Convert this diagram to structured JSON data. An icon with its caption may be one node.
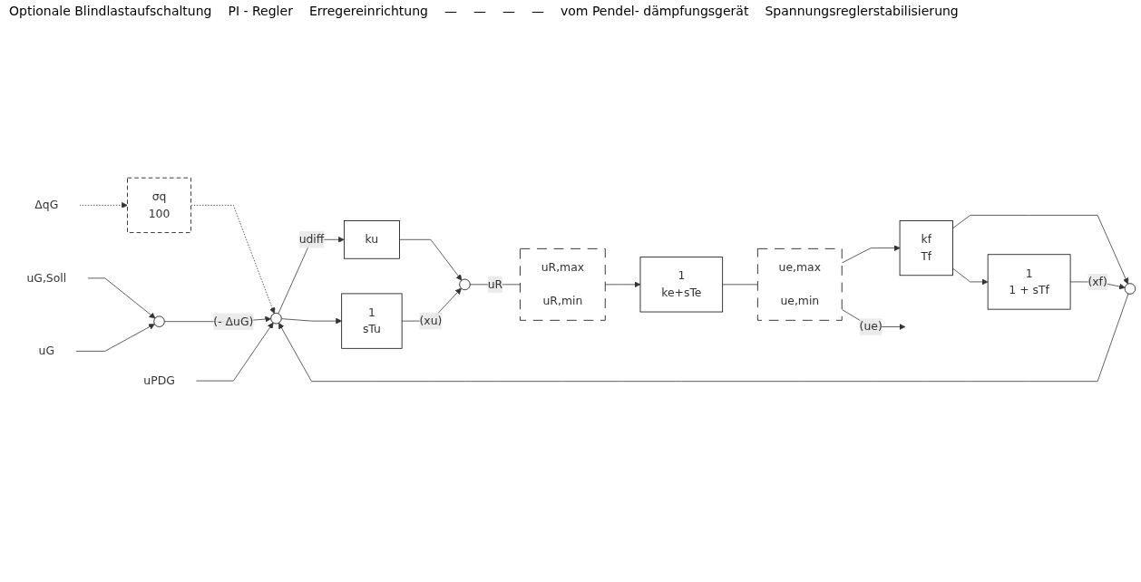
{
  "diagram": {
    "nodes": [
      {
        "text": [
          "ΔqG"
        ]
      },
      {
        "text": [
          "σq",
          "100"
        ]
      },
      {
        "text": [
          "uG,Soll"
        ]
      },
      {
        "text": [],
        "shape": "circle"
      },
      {
        "text": [],
        "shape": "circle"
      },
      {
        "text": [
          "ku"
        ]
      },
      {
        "text": [
          "1",
          "sTu"
        ]
      },
      {
        "text": [],
        "shape": "circle"
      },
      {
        "text": [
          "uR,max",
          "uR,min"
        ]
      },
      {
        "text": [
          "1",
          "ke+sTe"
        ]
      },
      {
        "text": [
          "ue,max",
          "ue,min"
        ]
      },
      {
        "text": [
          "kf",
          "Tf"
        ]
      },
      {
        "text": [],
        "shape": "circle"
      },
      {
        "text": [
          "1",
          "1 + sTf"
        ]
      },
      {
        "text": [
          "uG"
        ]
      },
      {
        "text": [
          "uPDG"
        ]
      }
    ],
    "edges": [
      {
        "from": 0,
        "to": 1,
        "arrow": "to",
        "style": "dashed"
      },
      {
        "from": 1,
        "to": 4,
        "arrow": "to",
        "style": "dashed"
      },
      {
        "from": 2,
        "to": 3,
        "arrow": "to"
      },
      {
        "from": 14,
        "to": 3,
        "arrow": "to"
      },
      {
        "from": 3,
        "to": 4,
        "arrow": "to",
        "label": "(- ΔuG)"
      },
      {
        "from": 15,
        "to": 4,
        "arrow": "to"
      },
      {
        "from": 4,
        "to": 5,
        "arrow": "to",
        "label": "udiff"
      },
      {
        "from": 4,
        "to": 6,
        "arrow": "to"
      },
      {
        "from": 5,
        "to": 7,
        "arrow": "to"
      },
      {
        "from": 6,
        "to": 7,
        "arrow": "to",
        "label": "(xu)"
      },
      {
        "from": 7,
        "to": 8,
        "arrow": "none",
        "label": "uR"
      },
      {
        "from": 8,
        "to": 9,
        "arrow": "to"
      },
      {
        "from": 9,
        "to": 10,
        "arrow": "none"
      },
      {
        "from": 10,
        "to": null,
        "arrow": "to",
        "label": "(ue)"
      },
      {
        "from": 10,
        "to": 11,
        "arrow": "to"
      },
      {
        "from": 11,
        "to": 12,
        "arrow": "to"
      },
      {
        "from": 11,
        "to": 13,
        "arrow": "to"
      },
      {
        "from": 13,
        "to": 12,
        "arrow": "to",
        "label": "(xf)"
      },
      {
        "from": 12,
        "to": 4,
        "arrow": "to"
      }
    ],
    "labels": [
      "Optionale Blindlastaufschaltung",
      "PI - Regler",
      "Erregereinrichtung",
      "—",
      "—",
      "—",
      "—",
      "vom Pendel- dämpfungsgerät",
      "Spannungsreglerstabilisierung"
    ]
  }
}
